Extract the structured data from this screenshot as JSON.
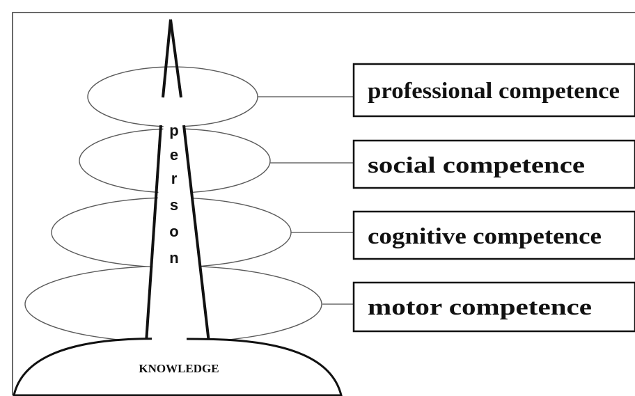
{
  "figure": {
    "base_label": "KNOWLEDGE",
    "person_letters": [
      "p",
      "e",
      "r",
      "s",
      "o",
      "n"
    ],
    "competences": [
      "professional competence",
      "social competence",
      "cognitive competence",
      "motor competence"
    ]
  }
}
